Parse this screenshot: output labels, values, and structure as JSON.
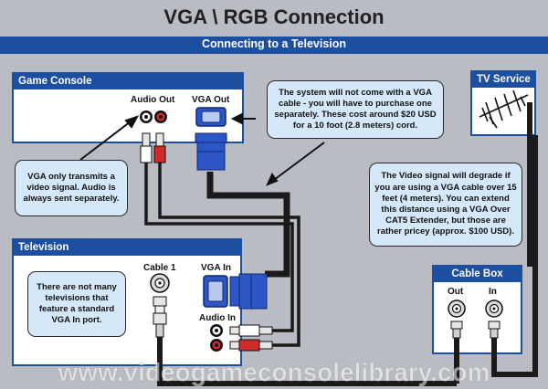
{
  "title": "VGA \\ RGB Connection",
  "subtitle": "Connecting to a Television",
  "watermark": "www.videogameconsolelibrary.com",
  "colors": {
    "background": "#b9bcc2",
    "header_blue": "#1d4fa0",
    "note_fill": "#d4e8f9",
    "box_fill": "#ffffff",
    "cable": "#1a1a1a",
    "vga_port": "#2c56c6",
    "rca_red": "#d12a2a"
  },
  "devices": {
    "game_console": {
      "label": "Game Console",
      "audio_out": "Audio Out",
      "vga_out": "VGA Out"
    },
    "television": {
      "label": "Television",
      "cable_1": "Cable 1",
      "vga_in": "VGA In",
      "audio_in": "Audio In"
    },
    "tv_service": {
      "label": "TV Service",
      "icon": "antenna-icon"
    },
    "cable_box": {
      "label": "Cable Box",
      "out": "Out",
      "in": "In"
    }
  },
  "notes": {
    "vga_cable": "The system will not come with a VGA cable - you will have to purchase one separately.  These cost around $20 USD for a 10 foot (2.8 meters) cord.",
    "video_only": "VGA only transmits a video signal.  Audio is always sent separately.",
    "degrade": "The Video signal will degrade if you are using a VGA cable over 15 feet (4 meters).  You can extend this distance using a VGA Over CAT5 Extender, but those are rather pricey (approx. $100 USD).",
    "tv_ports": "There are not many televisions that feature a standard VGA In port."
  }
}
